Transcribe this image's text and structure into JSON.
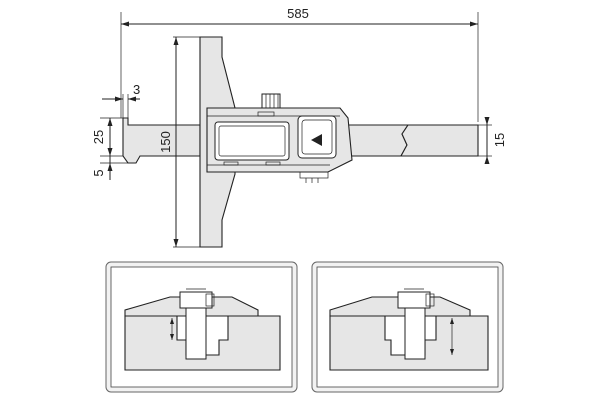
{
  "dimensions": {
    "total_length": "585",
    "head_length": "150",
    "hook_height": "25",
    "hook_width": "3",
    "hook_tip": "5",
    "beam_width": "15"
  },
  "colors": {
    "line": "#222222",
    "body": "#e6e6e6",
    "panel": "#f2f2f2",
    "panel_border": "#666666"
  },
  "icons": [
    "play-triangle-icon"
  ]
}
